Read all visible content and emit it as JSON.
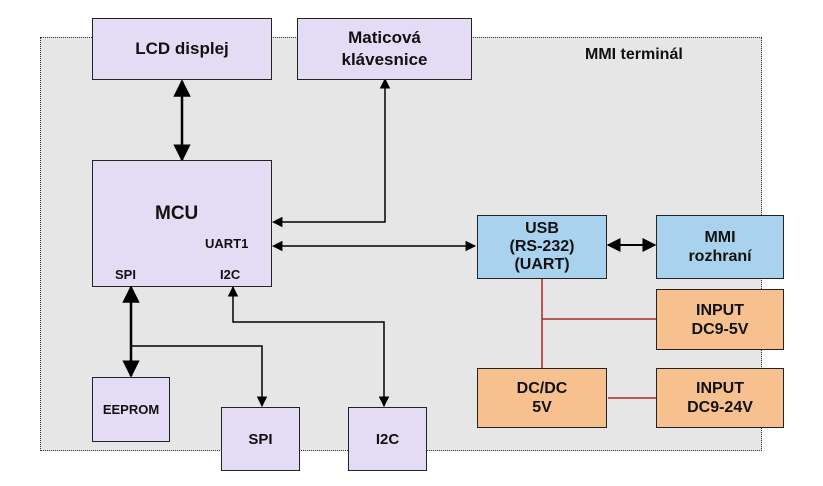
{
  "diagram": {
    "region_label": "MMI terminál",
    "blocks": {
      "lcd": "LCD displej",
      "keypad": "Maticová\nklávesnice",
      "mcu": "MCU",
      "mcu_uart": "UART1",
      "mcu_spi": "SPI",
      "mcu_i2c": "I2C",
      "usb": "USB\n(RS-232)\n(UART)",
      "mmi_if": "MMI\nrozhraní",
      "input1": "INPUT\nDC9-5V",
      "input2": "INPUT\nDC9-24V",
      "dcdc": "DC/DC\n5V",
      "eeprom": "EEPROM",
      "spi": "SPI",
      "i2c": "I2C"
    },
    "colors": {
      "internal_block": "#e4dcf4",
      "interface_block": "#a9d2ee",
      "power_block": "#f7c08f",
      "power_line": "#a52a2a",
      "signal_line": "#000000"
    }
  }
}
